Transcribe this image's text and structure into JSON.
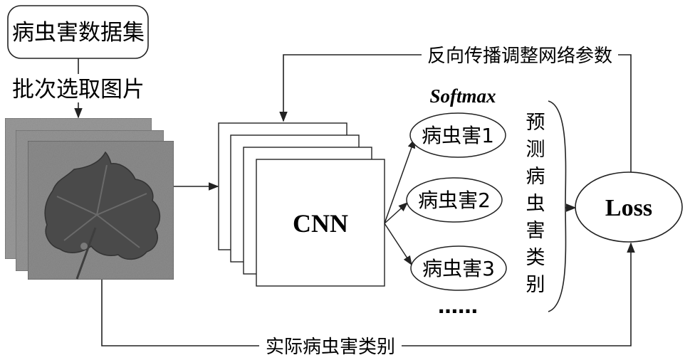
{
  "diagram": {
    "dataset_label": "病虫害数据集",
    "batch_label": "批次选取图片",
    "backprop_label": "反向传播调整网络参数",
    "softmax_label": "Softmax",
    "cnn_label": "CNN",
    "classes": [
      "病虫害1",
      "病虫害2",
      "病虫害3"
    ],
    "more_label": "……",
    "predicted_label_chars": [
      "预",
      "测",
      "病",
      "虫",
      "害",
      "类",
      "别"
    ],
    "loss_label": "Loss",
    "actual_label": "实际病虫害类别"
  },
  "colors": {
    "line": "#222222",
    "image_bg": "#8a8a8a",
    "leaf": "#4a4a4a"
  }
}
